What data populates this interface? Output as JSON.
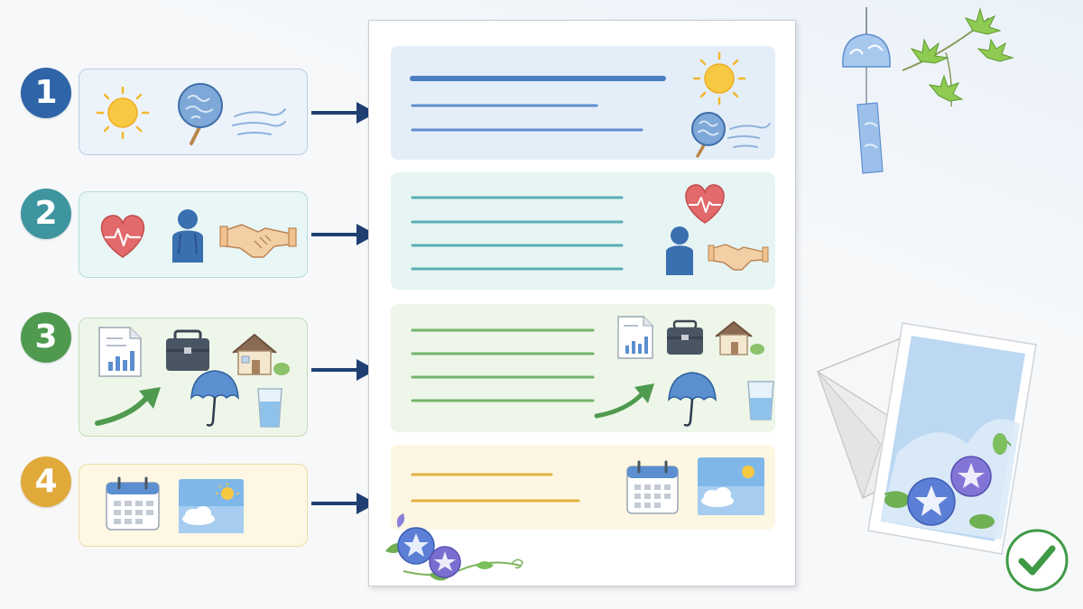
{
  "steps": [
    {
      "number": "1",
      "color": "#2f65a8",
      "icons": [
        "sun-icon",
        "uchiwa-fan-icon",
        "wind-icon"
      ]
    },
    {
      "number": "2",
      "color": "#3e95a0",
      "icons": [
        "heart-icon",
        "bowing-person-icon",
        "handshake-icon"
      ]
    },
    {
      "number": "3",
      "color": "#4f9a4f",
      "icons": [
        "report-chart-icon",
        "briefcase-icon",
        "house-icon",
        "growth-arrow-icon",
        "umbrella-icon",
        "water-glass-icon"
      ]
    },
    {
      "number": "4",
      "color": "#e0a93a",
      "icons": [
        "calendar-icon",
        "sky-weather-icon"
      ]
    }
  ],
  "colors": {
    "section1": "#4a7fc4",
    "section2": "#58aeb4",
    "section3": "#73b56a",
    "section4": "#e2b341",
    "checkmark": "#3f9a45"
  }
}
